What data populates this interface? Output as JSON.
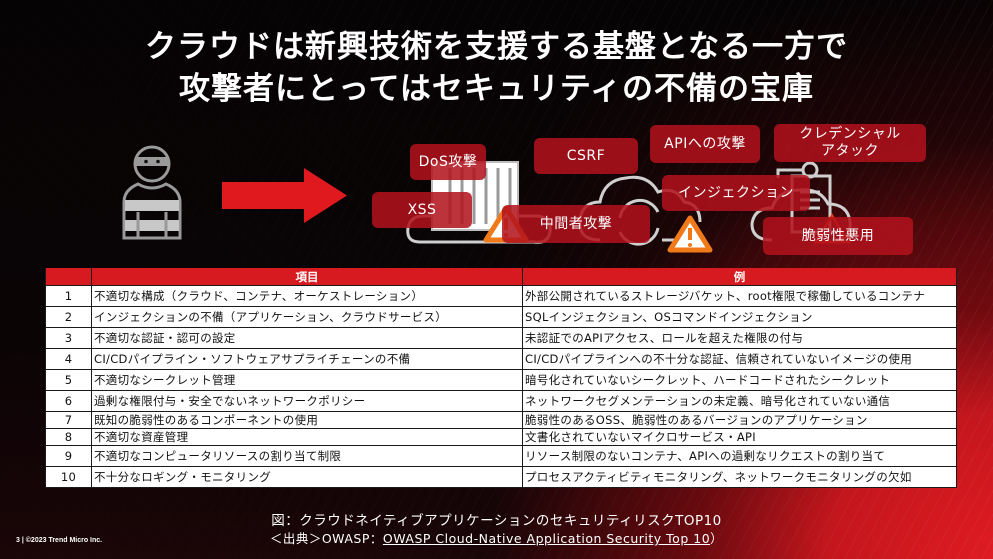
{
  "slide": {
    "title_lines": [
      "クラウドは新興技術を支援する基盤となる一方で",
      "攻撃者にとってはセキュリティの不備の宝庫"
    ],
    "accent_color": "#d71920"
  },
  "illustration": {
    "attacker_icon": "masked-attacker-icon",
    "arrow_icon": "right-arrow-icon",
    "attack_tags": [
      "DoS攻撃",
      "CSRF",
      "APIへの攻撃",
      "クレデンシャル\nアタック",
      "XSS",
      "インジェクション",
      "中間者攻撃",
      "脆弱性悪用"
    ],
    "icons": [
      "container-cloud-icon",
      "sync-cloud-icon",
      "key-document-cloud-icon",
      "warning-icon"
    ]
  },
  "table": {
    "headers": [
      "",
      "項目",
      "例"
    ],
    "rows": [
      {
        "no": "1",
        "item": "不適切な構成（クラウド、コンテナ、オーケストレーション）",
        "example": "外部公開されているストレージバケット、root権限で稼働しているコンテナ"
      },
      {
        "no": "2",
        "item": "インジェクションの不備（アプリケーション、クラウドサービス）",
        "example": "SQLインジェクション、OSコマンドインジェクション"
      },
      {
        "no": "3",
        "item": "不適切な認証・認可の設定",
        "example": "未認証でのAPIアクセス、ロールを超えた権限の付与"
      },
      {
        "no": "4",
        "item": "CI/CDパイプライン・ソフトウェアサプライチェーンの不備",
        "example": "CI/CDパイプラインへの不十分な認証、信頼されていないイメージの使用"
      },
      {
        "no": "5",
        "item": "不適切なシークレット管理",
        "example": "暗号化されていないシークレット、ハードコードされたシークレット"
      },
      {
        "no": "6",
        "item": "過剰な権限付与・安全でないネットワークポリシー",
        "example": "ネットワークセグメンテーションの未定義、暗号化されていない通信"
      },
      {
        "no": "7",
        "item": "既知の脆弱性のあるコンポーネントの使用",
        "example": "脆弱性のあるOSS、脆弱性のあるバージョンのアプリケーション"
      },
      {
        "no": "8",
        "item": "不適切な資産管理",
        "example": "文書化されていないマイクロサービス・API"
      },
      {
        "no": "9",
        "item": "不適切なコンピュータリソースの割り当て制限",
        "example": "リソース制限のないコンテナ、APIへの過剰なリクエストの割り当て"
      },
      {
        "no": "10",
        "item": "不十分なロギング・モニタリング",
        "example": "プロセスアクティビティモニタリング、ネットワークモニタリングの欠如"
      }
    ]
  },
  "caption": {
    "figure": "図：クラウドネイティブアプリケーションのセキュリティリスクTOP10",
    "source_prefix": "＜出典＞OWASP：",
    "source_link": "OWASP Cloud-Native Application Security Top 10",
    "source_suffix": "）"
  },
  "footer": {
    "page_number": "3",
    "copyright": "©2023 Trend Micro Inc."
  }
}
